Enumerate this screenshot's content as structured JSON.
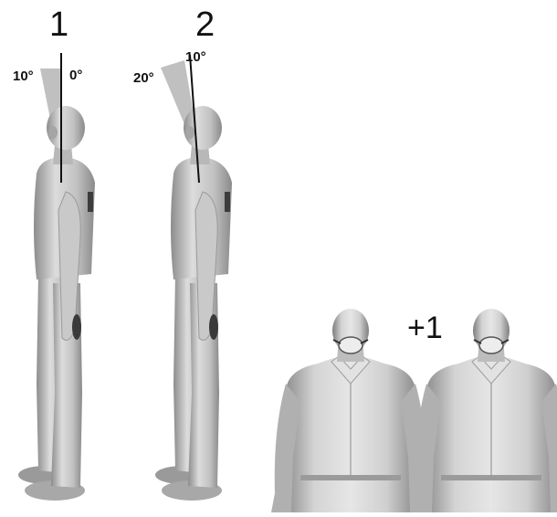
{
  "panels": [
    {
      "label": "1",
      "angles": {
        "left": "10°",
        "right": "0°"
      }
    },
    {
      "label": "2",
      "angles": {
        "left": "20°",
        "right": "10°"
      }
    },
    {
      "label": "+1"
    }
  ],
  "colors": {
    "background": "#ffffff",
    "figure_light": "#d9d9d9",
    "figure_mid": "#b4b4b4",
    "figure_dark": "#7a7a7a",
    "wedge": "#b9b9b9",
    "line": "#111111"
  }
}
